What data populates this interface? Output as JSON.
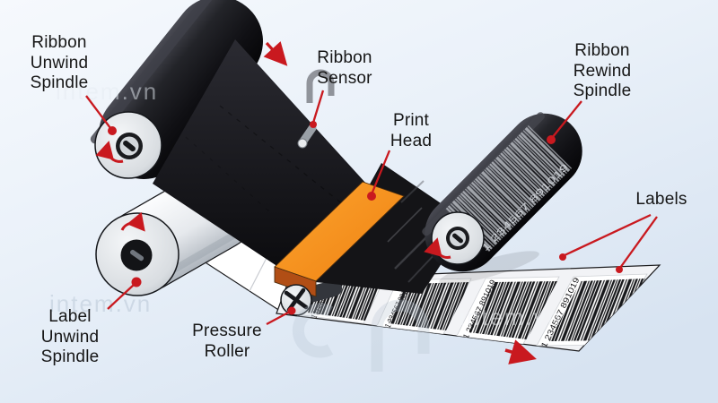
{
  "callouts": [
    {
      "id": "ribbon-unwind-spindle",
      "lines": [
        "Ribbon",
        "Unwind",
        "Spindle"
      ]
    },
    {
      "id": "ribbon-sensor",
      "lines": [
        "Ribbon",
        "Sensor"
      ]
    },
    {
      "id": "print-head",
      "lines": [
        "Print",
        "Head"
      ]
    },
    {
      "id": "ribbon-rewind-spindle",
      "lines": [
        "Ribbon",
        "Rewind",
        "Spindle"
      ]
    },
    {
      "id": "labels",
      "lines": [
        "Labels"
      ]
    },
    {
      "id": "label-unwind-spindle",
      "lines": [
        "Label",
        "Unwind",
        "Spindle"
      ]
    },
    {
      "id": "pressure-roller",
      "lines": [
        "Pressure",
        "Roller"
      ]
    }
  ],
  "barcode": {
    "digits": "1 234567 891019"
  },
  "watermark": {
    "text": "intem.vn"
  },
  "colors": {
    "accent_red": "#c9191f",
    "print_head_orange": "#f6921e",
    "ribbon_black": "#141417",
    "roller_gray": "#d9dde1",
    "background": "#e6eef7"
  }
}
